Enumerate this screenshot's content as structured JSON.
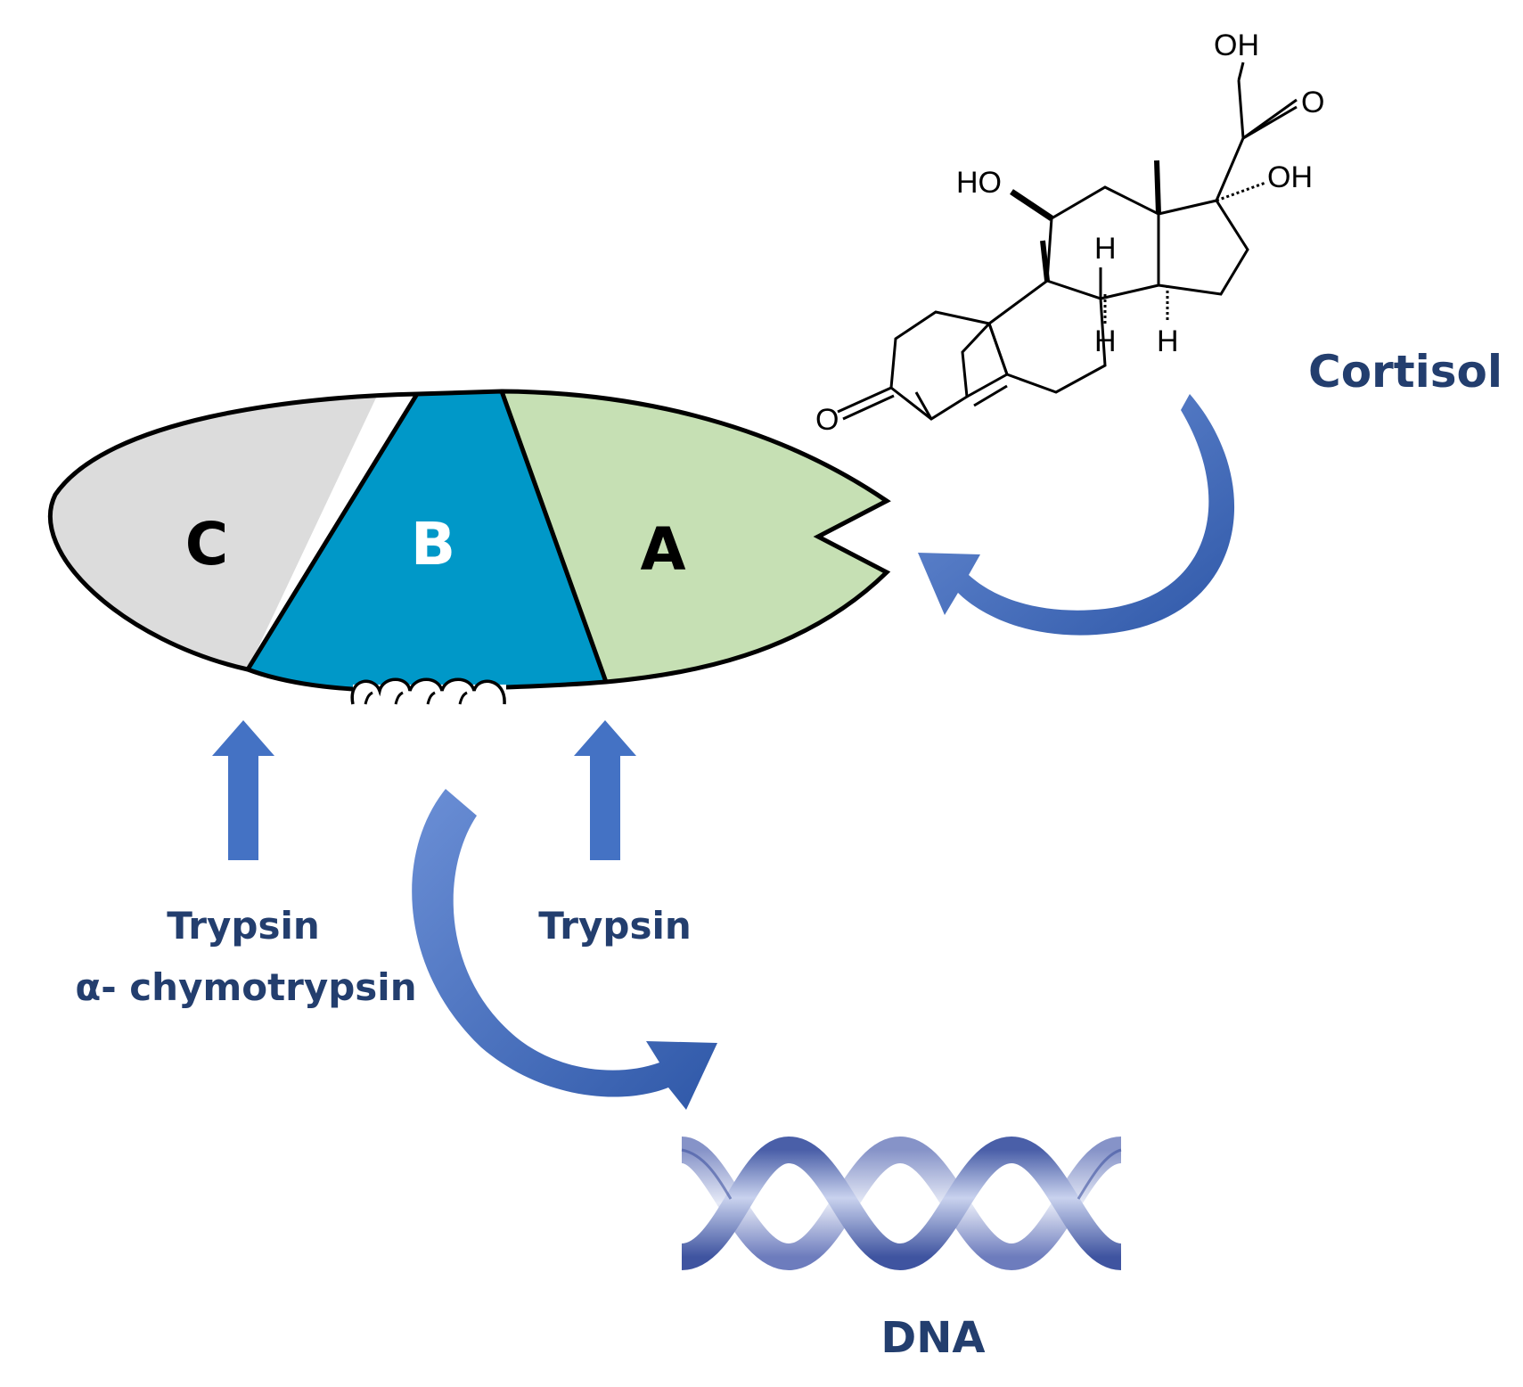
{
  "receptor": {
    "domain_c": "C",
    "domain_b": "B",
    "domain_a": "A",
    "colors": {
      "c": "#dcdcdc",
      "b": "#0098c8",
      "a": "#c6e0b4",
      "outline": "#000000"
    }
  },
  "molecule": {
    "name": "Cortisol",
    "atoms": {
      "oh_top": "OH",
      "oh_left": "HO",
      "oh_right": "OH",
      "ketone_o": "O",
      "side_o": "O",
      "h_top": "H",
      "h_left": "H",
      "h_right": "H"
    }
  },
  "enzymes": {
    "left_line1": "Trypsin",
    "left_line2": "α- chymotrypsin",
    "right": "Trypsin"
  },
  "dna": {
    "label": "DNA"
  },
  "colors": {
    "arrow": "#4472c4",
    "curved_arrow": "#3f67b3",
    "label_text": "#233e6e"
  }
}
